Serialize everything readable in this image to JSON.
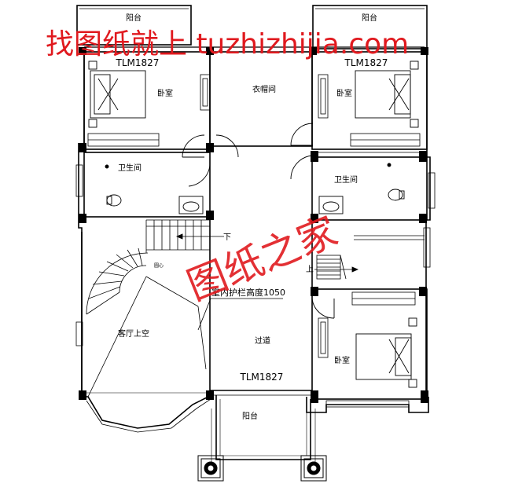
{
  "watermark_top": "找图纸就上 tuzhizhijia.com",
  "watermark_center": "图纸之家",
  "rooms": {
    "balcony_top_left": "阳台",
    "balcony_top_right": "阳台",
    "balcony_bottom": "阳台",
    "bedroom_left": "卧室",
    "bedroom_right": "卧室",
    "bedroom_bottom": "卧室",
    "cloakroom": "衣帽间",
    "bathroom_left": "卫生间",
    "bathroom_right": "卫生间",
    "living_void": "客厅上空",
    "corridor": "过道"
  },
  "labels": {
    "window_top_left": "TLM1827",
    "window_top_right": "TLM1827",
    "window_bottom": "TLM1827",
    "railing_note": "室内护栏高度1050",
    "stair_down": "下",
    "stair_up": "上",
    "center_mark": "圆心"
  },
  "colors": {
    "watermark_red": "#e0191e",
    "line": "#000000"
  }
}
